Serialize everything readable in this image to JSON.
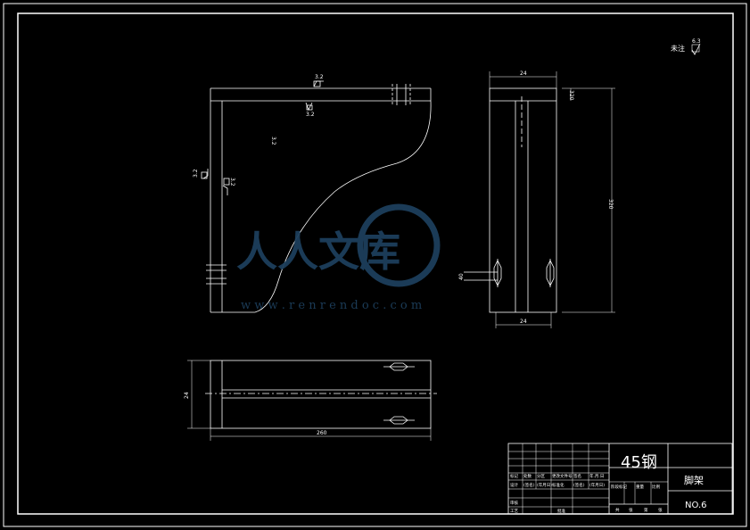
{
  "drawing": {
    "unspecified_note": "未注",
    "roughness_general": "6.3",
    "roughness_a": "3.2",
    "roughness_b": "3.2",
    "roughness_c": "3.2",
    "roughness_d": "3.2",
    "roughness_e": "3.2",
    "dim_side_top": "24",
    "dim_side_right": "320",
    "dim_side_upper": "320",
    "dim_side_bottom": "24",
    "dim_side_hole": "40",
    "dim_bottom_width": "260",
    "dim_bottom_left": "24"
  },
  "title_block": {
    "material": "45钢",
    "part_name": "脚架",
    "drawing_no": "NO.6",
    "row_labels": [
      "标记",
      "处数",
      "分区",
      "更改文件号",
      "签名",
      "年.月.日"
    ],
    "row_labels2": [
      "设计",
      "(签名)",
      "(年月日)",
      "标准化",
      "(签名)",
      "(年月日)"
    ],
    "stage_labels": [
      "阶段标记",
      "重量",
      "比例"
    ],
    "review": "审核",
    "process": "工艺",
    "approve": "批准",
    "sheet_labels": [
      "共",
      "张",
      "第",
      "张"
    ]
  },
  "watermark": {
    "brand": "人人文库",
    "url": "w w w . r e n r e n d o c . c o m"
  }
}
